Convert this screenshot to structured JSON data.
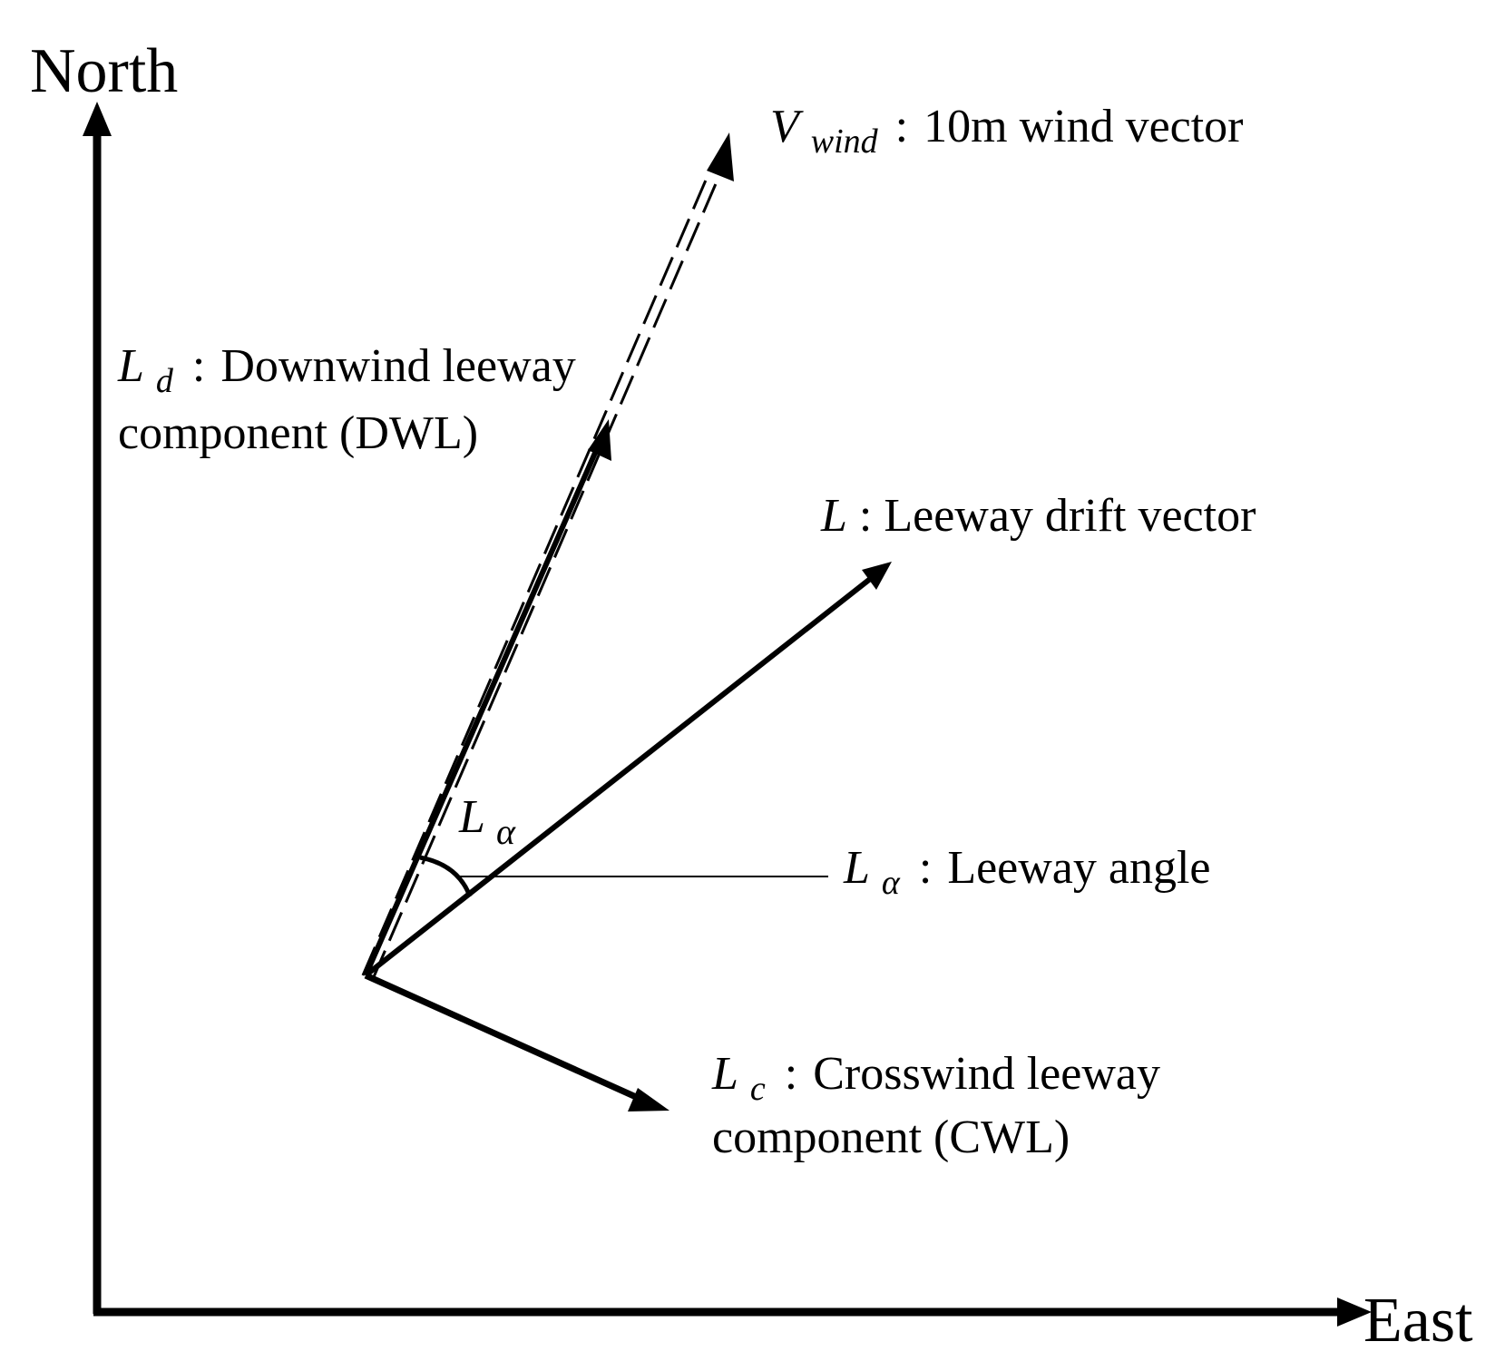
{
  "axes": {
    "north_label": "North",
    "east_label": "East"
  },
  "labels": {
    "wind": {
      "symbol": "V",
      "subscript": "wind",
      "separator": ":",
      "text": "10m wind vector"
    },
    "downwind": {
      "symbol": "L",
      "subscript": "d",
      "separator": ":",
      "line1": "Downwind leeway",
      "line2": "component (DWL)"
    },
    "drift": {
      "symbol": "L",
      "separator": ":",
      "text": "Leeway drift vector"
    },
    "angle_marker": {
      "symbol": "L",
      "subscript": "α"
    },
    "angle": {
      "symbol": "L",
      "subscript": "α",
      "separator": ":",
      "text": "Leeway angle"
    },
    "crosswind": {
      "symbol": "L",
      "subscript": "c",
      "separator": ":",
      "line1": "Crosswind leeway",
      "line2": "component (CWL)"
    }
  },
  "colors": {
    "ink": "#000000",
    "background": "#ffffff"
  }
}
